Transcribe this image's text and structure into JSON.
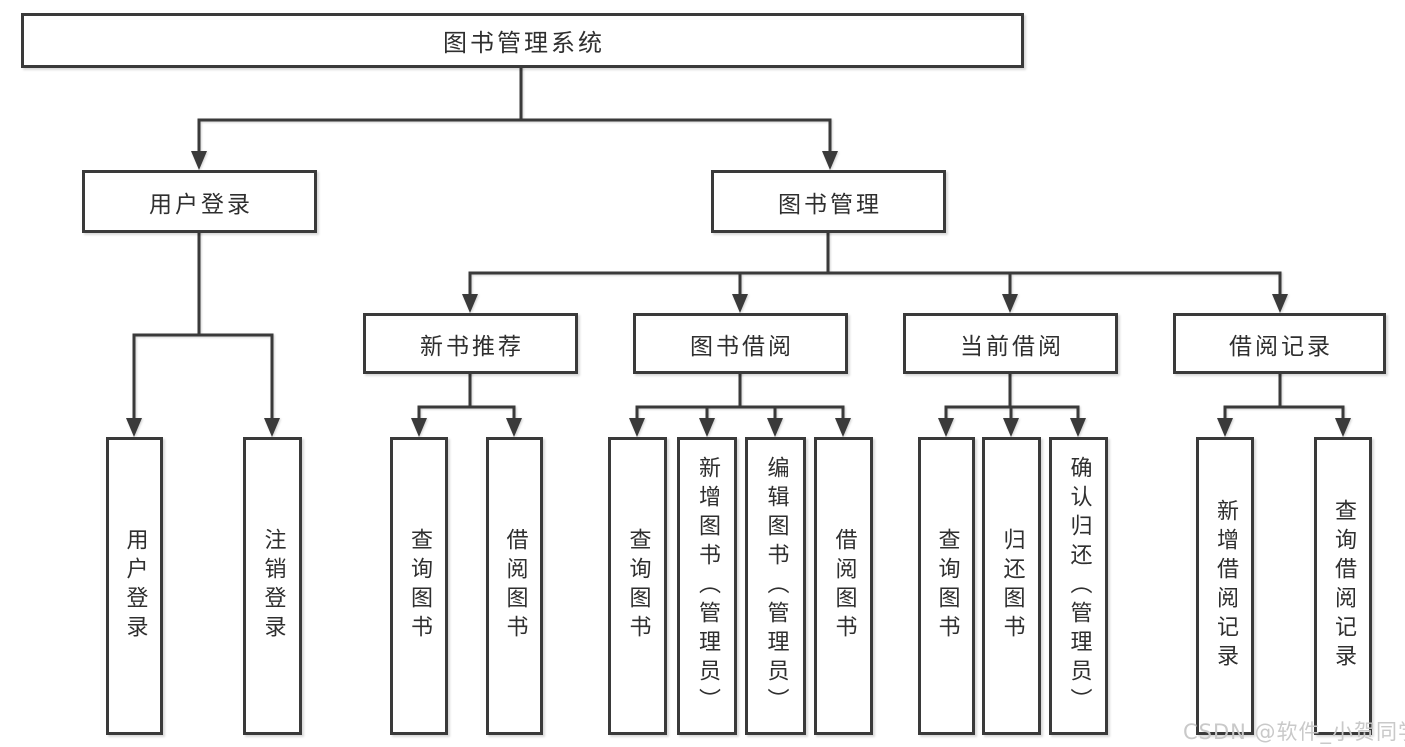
{
  "nodes": {
    "root": {
      "label": "图书管理系统"
    },
    "user_login": {
      "label": "用户登录"
    },
    "book_management": {
      "label": "图书管理"
    },
    "new_book_recommend": {
      "label": "新书推荐"
    },
    "book_borrowing": {
      "label": "图书借阅"
    },
    "current_borrowing": {
      "label": "当前借阅"
    },
    "borrowing_records": {
      "label": "借阅记录"
    },
    "user_login_leaf": {
      "label": "用户登录"
    },
    "logout_leaf": {
      "label": "注销登录"
    },
    "query_books_recommend": {
      "label": "查询图书"
    },
    "borrow_books_recommend": {
      "label": "借阅图书"
    },
    "query_books_borrowing": {
      "label": "查询图书"
    },
    "add_books_admin": {
      "label": "新增图书（管理员）"
    },
    "edit_books_admin": {
      "label": "编辑图书（管理员）"
    },
    "borrow_books_borrowing": {
      "label": "借阅图书"
    },
    "query_books_current": {
      "label": "查询图书"
    },
    "return_books": {
      "label": "归还图书"
    },
    "confirm_return_admin": {
      "label": "确认归还（管理员）"
    },
    "add_borrow_record": {
      "label": "新增借阅记录"
    },
    "query_borrow_record": {
      "label": "查询借阅记录"
    }
  },
  "watermark": {
    "text": "CSDN @软件_小贺同学"
  },
  "colors": {
    "line": "#3a3a3a",
    "text": "#2f2f2f",
    "watermark": "#c9c9c9",
    "background": "#ffffff"
  }
}
